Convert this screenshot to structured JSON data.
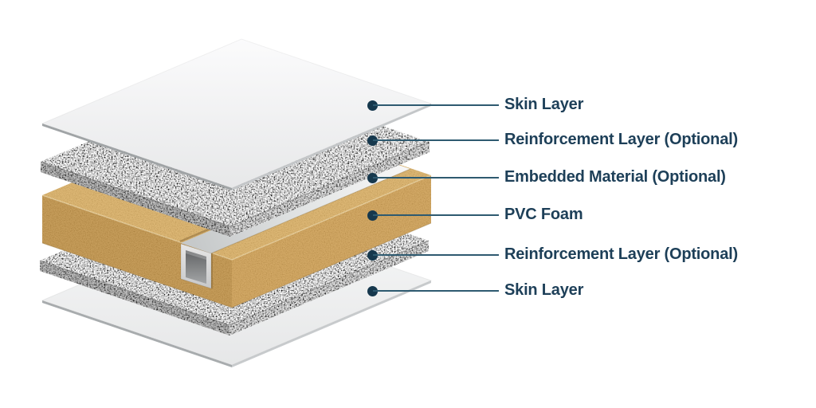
{
  "figure": {
    "description": "Exploded isometric diagram of a sandwich panel build-up",
    "layers_top_to_bottom": [
      "Skin Layer",
      "Reinforcement Layer (Optional)",
      "Embedded Material (Optional)",
      "PVC Foam",
      "Reinforcement Layer (Optional)",
      "Skin Layer"
    ]
  },
  "callouts": [
    {
      "text": "Skin Layer"
    },
    {
      "text": "Reinforcement Layer (Optional)"
    },
    {
      "text": "Embedded Material (Optional)"
    },
    {
      "text": "PVC Foam"
    },
    {
      "text": "Reinforcement Layer (Optional)"
    },
    {
      "text": "Skin Layer"
    }
  ],
  "colors": {
    "background": "#ffffff",
    "label_text": "#1d3f58",
    "leader_line": "#2e5a70",
    "dot": "#16384d",
    "foam_top": "#dcaf60",
    "foam_front_left": "#c19041",
    "foam_front_right": "#d09e4e",
    "reinforcement_base": "#a9a9a9",
    "skin_sheet": "#f0f1f1",
    "embedded_tube": "#d9dadb"
  }
}
